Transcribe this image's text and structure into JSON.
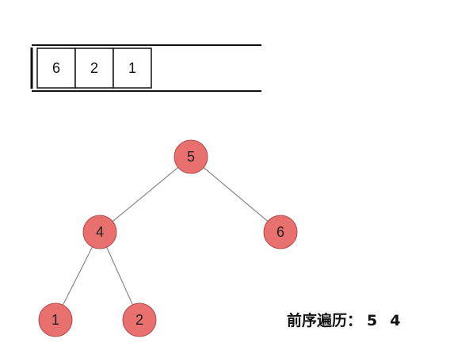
{
  "stack": {
    "cells": [
      "6",
      "2",
      "1"
    ]
  },
  "tree": {
    "nodes": [
      {
        "id": "n5",
        "label": "5"
      },
      {
        "id": "n4",
        "label": "4"
      },
      {
        "id": "n6",
        "label": "6"
      },
      {
        "id": "n1",
        "label": "1"
      },
      {
        "id": "n2",
        "label": "2"
      }
    ],
    "edges": [
      [
        "n5",
        "n4"
      ],
      [
        "n5",
        "n6"
      ],
      [
        "n4",
        "n1"
      ],
      [
        "n4",
        "n2"
      ]
    ]
  },
  "traversal": {
    "label": "前序遍历：",
    "sequence": [
      "5",
      "4"
    ]
  },
  "colors": {
    "node_fill": "#e8706f",
    "node_stroke": "#b34a4a",
    "edge": "#888888",
    "stack_line": "#111111"
  }
}
